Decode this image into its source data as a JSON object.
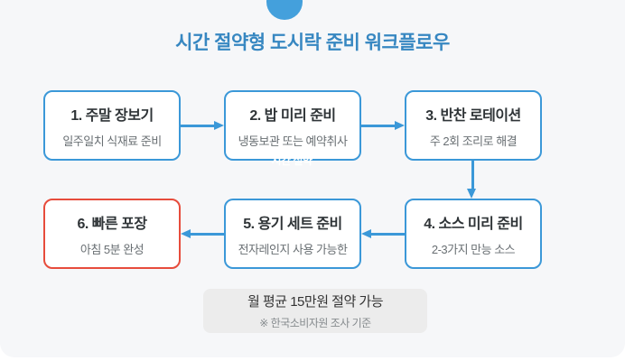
{
  "title": "시간 절약형 도시락 준비 워크플로우",
  "watermark": "시간 절약",
  "steps": [
    {
      "title": "1. 주말 장보기",
      "subtitle": "일주일치 식재료 준비"
    },
    {
      "title": "2. 밥 미리 준비",
      "subtitle": "냉동보관 또는 예약취사"
    },
    {
      "title": "3. 반찬 로테이션",
      "subtitle": "주 2회 조리로 해결"
    },
    {
      "title": "4. 소스 미리 준비",
      "subtitle": "2-3가지 만능 소스"
    },
    {
      "title": "5. 용기 세트 준비",
      "subtitle": "전자레인지 사용 가능한"
    },
    {
      "title": "6. 빠른 포장",
      "subtitle": "아침 5분 완성"
    }
  ],
  "footer": {
    "line1": "월 평균 15만원 절약 가능",
    "line2": "※ 한국소비자원 조사 기준"
  },
  "colors": {
    "accent_blue": "#3b98d8",
    "title_blue": "#3787c1",
    "highlight_red": "#e74c3c",
    "panel_bg": "#f6f7f9",
    "footer_bg": "#ececec",
    "text_dark": "#2f3437",
    "text_gray": "#696f73"
  }
}
